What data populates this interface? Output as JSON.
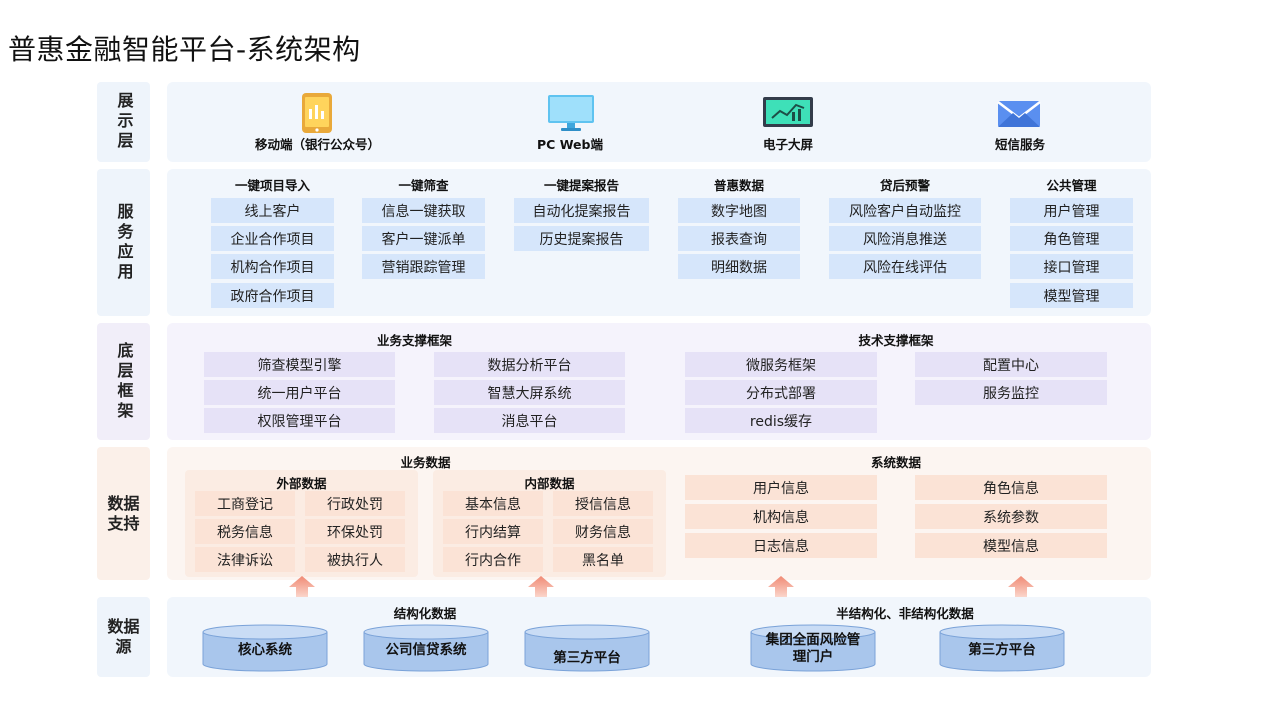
{
  "title": "普惠金融智能平台-系统架构",
  "layers": {
    "display": "展示层",
    "service": "服务应用",
    "framework": "底层框架",
    "data_support": "数据支持",
    "data_source": "数据源"
  },
  "display": {
    "items": [
      {
        "label": "移动端（银行公众号）",
        "icon": "mobile-phone-icon"
      },
      {
        "label": "PC Web端",
        "icon": "monitor-icon"
      },
      {
        "label": "电子大屏",
        "icon": "big-screen-icon"
      },
      {
        "label": "短信服务",
        "icon": "envelope-icon"
      }
    ]
  },
  "service": {
    "groups": [
      {
        "title": "一键项目导入",
        "items": [
          "线上客户",
          "企业合作项目",
          "机构合作项目",
          "政府合作项目"
        ]
      },
      {
        "title": "一键筛查",
        "items": [
          "信息一键获取",
          "客户一键派单",
          "营销跟踪管理"
        ]
      },
      {
        "title": "一键提案报告",
        "items": [
          "自动化提案报告",
          "历史提案报告"
        ]
      },
      {
        "title": "普惠数据",
        "items": [
          "数字地图",
          "报表查询",
          "明细数据"
        ]
      },
      {
        "title": "贷后预警",
        "items": [
          "风险客户自动监控",
          "风险消息推送",
          "风险在线评估"
        ]
      },
      {
        "title": "公共管理",
        "items": [
          "用户管理",
          "角色管理",
          "接口管理",
          "模型管理"
        ]
      }
    ]
  },
  "framework": {
    "business_title": "业务支撑框架",
    "business_col1": [
      "筛查模型引擎",
      "统一用户平台",
      "权限管理平台"
    ],
    "business_col2": [
      "数据分析平台",
      "智慧大屏系统",
      "消息平台"
    ],
    "tech_title": "技术支撑框架",
    "tech_col1": [
      "微服务框架",
      "分布式部署",
      "redis缓存"
    ],
    "tech_col2": [
      "配置中心",
      "服务监控"
    ]
  },
  "data_support": {
    "business_title": "业务数据",
    "external_title": "外部数据",
    "external_col1": [
      "工商登记",
      "税务信息",
      "法律诉讼"
    ],
    "external_col2": [
      "行政处罚",
      "环保处罚",
      "被执行人"
    ],
    "internal_title": "内部数据",
    "internal_col1": [
      "基本信息",
      "行内结算",
      "行内合作"
    ],
    "internal_col2": [
      "授信信息",
      "财务信息",
      "黑名单"
    ],
    "system_title": "系统数据",
    "system_col1": [
      "用户信息",
      "机构信息",
      "日志信息"
    ],
    "system_col2": [
      "角色信息",
      "系统参数",
      "模型信息"
    ]
  },
  "data_source": {
    "structured_title": "结构化数据",
    "semi_title": "半结构化、非结构化数据",
    "sources": [
      "核心系统",
      "公司信贷系统",
      "第三方平台",
      "集团全面风险管理门户",
      "第三方平台"
    ]
  },
  "colors": {
    "blue_box": "#d6e6fb",
    "purple_box": "#e6e2f7",
    "orange_box": "#fbe3d6",
    "cylinder": "#a9c6ec",
    "arrow": "#f0a08a"
  }
}
